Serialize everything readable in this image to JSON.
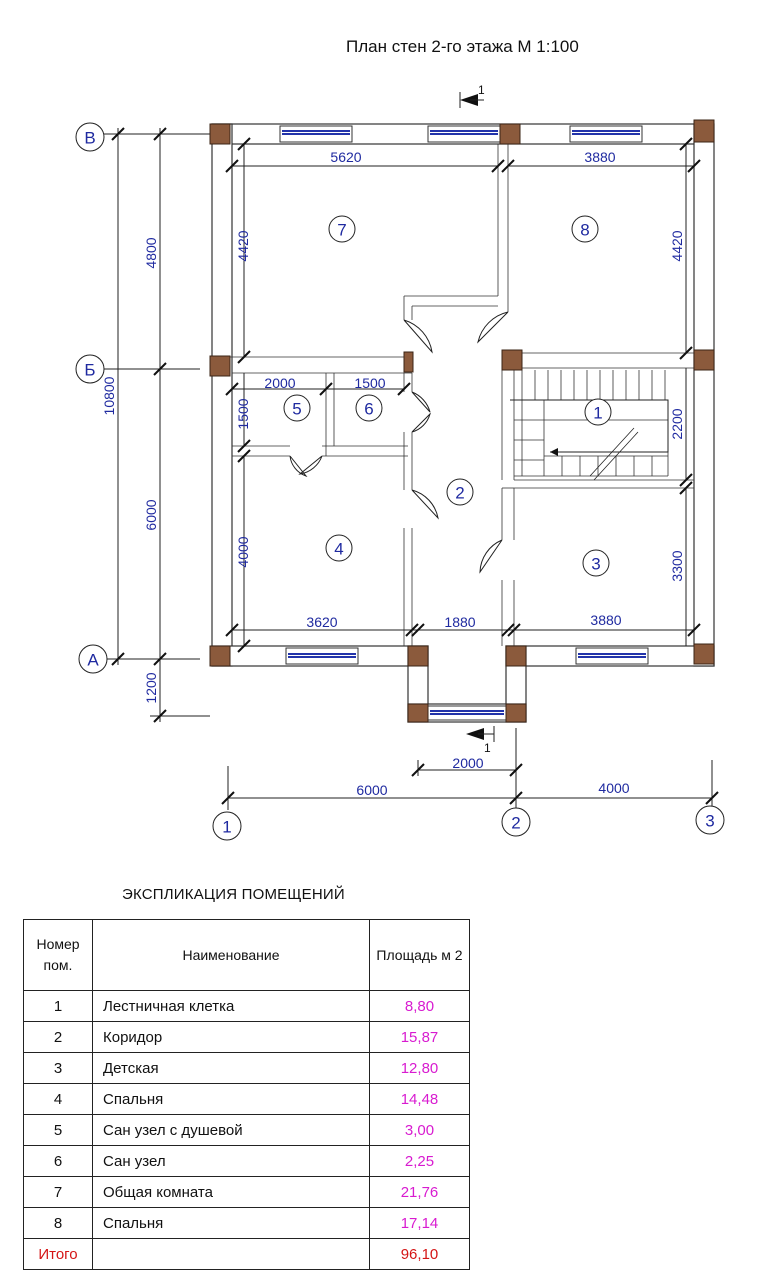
{
  "plan": {
    "title": "План стен 2-го этажа  М 1:100",
    "section_mark": "1",
    "axes": {
      "letters": [
        "А",
        "Б",
        "В"
      ],
      "numbers": [
        "1",
        "2",
        "3"
      ]
    },
    "dimensions": {
      "top_inner_left": "5620",
      "top_inner_right": "3880",
      "room7_height": "4420",
      "room8_height": "4420",
      "left_outer_upper": "4800",
      "left_outer_lower": "6000",
      "left_overall": "10800",
      "left_bottom_ext": "1200",
      "room5_width": "2000",
      "room6_width": "1500",
      "room5_height": "1500",
      "stair_height": "2200",
      "room4_height": "4000",
      "room3_height": "3300",
      "bottom_room4": "3620",
      "bottom_corridor": "1880",
      "bottom_room3": "3880",
      "porch_width": "2000",
      "axes_1_2": "6000",
      "axes_2_3": "4000"
    },
    "rooms": [
      "1",
      "2",
      "3",
      "4",
      "5",
      "6",
      "7",
      "8"
    ]
  },
  "explication": {
    "title": "ЭКСПЛИКАЦИЯ ПОМЕЩЕНИЙ",
    "headers": {
      "num": "Номер пом.",
      "name": "Наименование",
      "area": "Площадь м 2"
    },
    "rows": [
      {
        "num": "1",
        "name": "Лестничная клетка",
        "area": "8,80"
      },
      {
        "num": "2",
        "name": "Коридор",
        "area": "15,87"
      },
      {
        "num": "3",
        "name": "Детская",
        "area": "12,80"
      },
      {
        "num": "4",
        "name": "Спальня",
        "area": "14,48"
      },
      {
        "num": "5",
        "name": "Сан узел с душевой",
        "area": "3,00"
      },
      {
        "num": "6",
        "name": "Сан узел",
        "area": "2,25"
      },
      {
        "num": "7",
        "name": "Общая комната",
        "area": "21,76"
      },
      {
        "num": "8",
        "name": "Спальня",
        "area": "17,14"
      }
    ],
    "total": {
      "label": "Итого",
      "area": "96,10"
    }
  },
  "colors": {
    "dimension_text": "#1f2aa0",
    "area_text": "#d81bd0",
    "total_text": "#d41515",
    "column": "#8b5a3c"
  }
}
